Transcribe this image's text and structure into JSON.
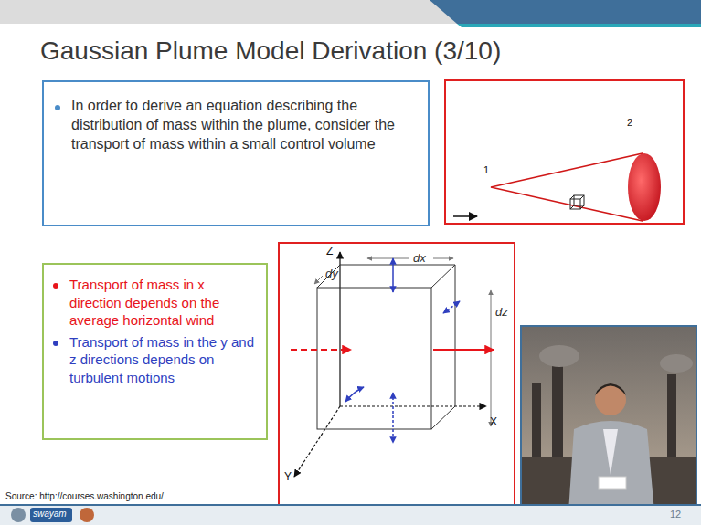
{
  "diagram": {
    "title": "Gaussian Plume Model Derivation (3/10)",
    "nodes": [
      {
        "text": [
          "In order to derive an equation describing the distribution of mass within the plume, consider the transport of mass within a small control volume"
        ]
      },
      {
        "text": [
          "Transport of mass in x direction depends on the average horizontal wind",
          "Transport of mass in the y and z directions depends on turbulent motions"
        ]
      }
    ],
    "edges": [],
    "labels": [
      "1",
      "2",
      "Z",
      "dx",
      "dy",
      "dz",
      "X",
      "Y",
      "Source: http://courses.washington.edu/",
      "swayam",
      "12"
    ]
  }
}
